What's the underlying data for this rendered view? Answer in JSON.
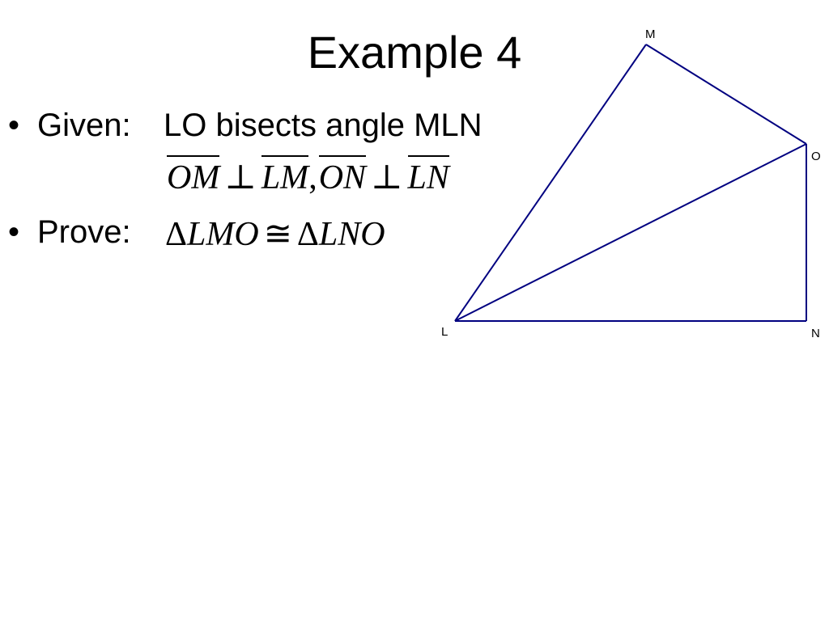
{
  "slide": {
    "title": "Example 4"
  },
  "given": {
    "bullet": "•",
    "label": "Given:",
    "text": "LO bisects angle MLN",
    "perpendicular_1": {
      "segment_a": "OM",
      "operator": "⊥",
      "segment_b": "LM"
    },
    "separator": ",",
    "perpendicular_2": {
      "segment_a": "ON",
      "operator": "⊥",
      "segment_b": "LN"
    }
  },
  "prove": {
    "bullet": "•",
    "label": "Prove:",
    "triangle_symbol_1": "Δ",
    "triangle_1": "LMO",
    "operator": "≅",
    "triangle_symbol_2": "Δ",
    "triangle_2": "LNO"
  },
  "diagram": {
    "stroke_color": "#000080",
    "vertices": {
      "M": "M",
      "O": "O",
      "L": "L",
      "N": "N"
    }
  }
}
